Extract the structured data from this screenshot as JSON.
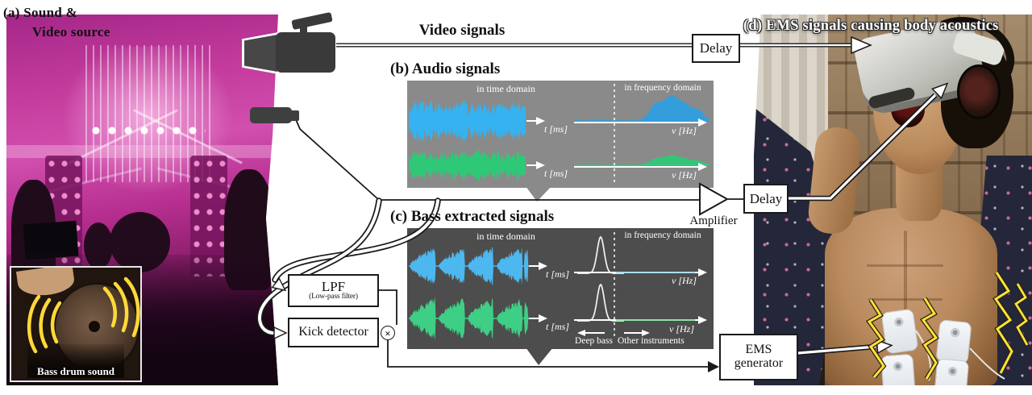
{
  "figure": {
    "panel_a": {
      "title_line1": "(a) Sound &",
      "title_line2": "Video source",
      "inset_caption": "Bass drum sound"
    },
    "video": {
      "label": "Video signals",
      "delay": "Delay"
    },
    "audio": {
      "heading": "(b) Audio signals",
      "time_domain": "in time domain",
      "freq_domain": "in frequency domain",
      "t_axis": "t [ms]",
      "f_axis": "ν [Hz]",
      "amplifier": "Amplifier",
      "delay": "Delay"
    },
    "bass": {
      "heading": "(c) Bass extracted signals",
      "time_domain": "in time domain",
      "freq_domain": "in frequency domain",
      "t_axis": "t [ms]",
      "f_axis": "ν [Hz]",
      "deep_bass": "Deep bass",
      "other_instruments": "Other instruments"
    },
    "processing": {
      "lpf": "LPF",
      "lpf_sub": "(Low-pass filter)",
      "kick": "Kick detector",
      "multiply": "×",
      "ems_line1": "EMS",
      "ems_line2": "generator"
    },
    "panel_d": {
      "title": "(d) EMS signals causing body acoustics"
    }
  },
  "icons": {
    "video_camera": "video-camera-icon",
    "microphone": "microphone-icon",
    "multiply_circle": "⊗"
  },
  "colors": {
    "waveform_blue": "#35b2ef",
    "waveform_green": "#2fc877",
    "panel_b_bg": "#8a8a8a",
    "panel_c_bg": "#4d4d4d",
    "stage_magenta": "#c3399c",
    "bolt_yellow": "#ffe23a",
    "line_black": "#1a1a1a"
  }
}
